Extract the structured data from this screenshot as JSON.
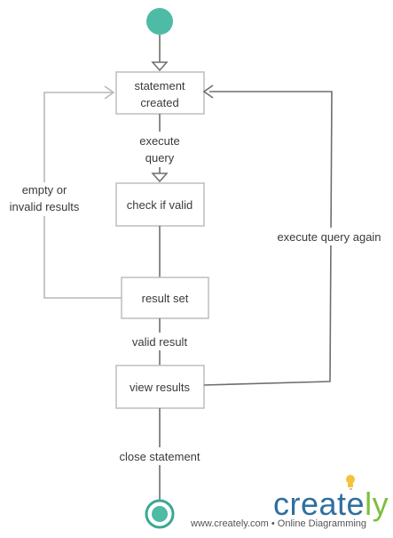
{
  "diagram": {
    "nodes": {
      "start": {
        "kind": "initial-state"
      },
      "statement_created": {
        "line1": "statement",
        "line2": "created"
      },
      "check_if_valid": {
        "label": "check if valid"
      },
      "result_set": {
        "label": "result set"
      },
      "view_results": {
        "label": "view results"
      },
      "end": {
        "kind": "final-state"
      }
    },
    "edges": {
      "execute_query": {
        "line1": "execute",
        "line2": "query"
      },
      "empty_or_invalid": {
        "line1": "empty or",
        "line2": "invalid results"
      },
      "execute_query_again": {
        "label": "execute query again"
      },
      "valid_result": {
        "label": "valid result"
      },
      "close_statement": {
        "label": "close statement"
      }
    },
    "colors": {
      "state_fill": "#4dbba6",
      "state_ring": "#3aa893",
      "box_stroke": "#bdbdbd",
      "edge_dark": "#6e6e6e",
      "edge_light": "#b8b8b8"
    }
  },
  "branding": {
    "logo_part1": "creat",
    "logo_part2": "ly",
    "logo_e": "e",
    "url": "www.creately.com • Online Diagramming",
    "bulb_icon": "lightbulb-icon"
  }
}
